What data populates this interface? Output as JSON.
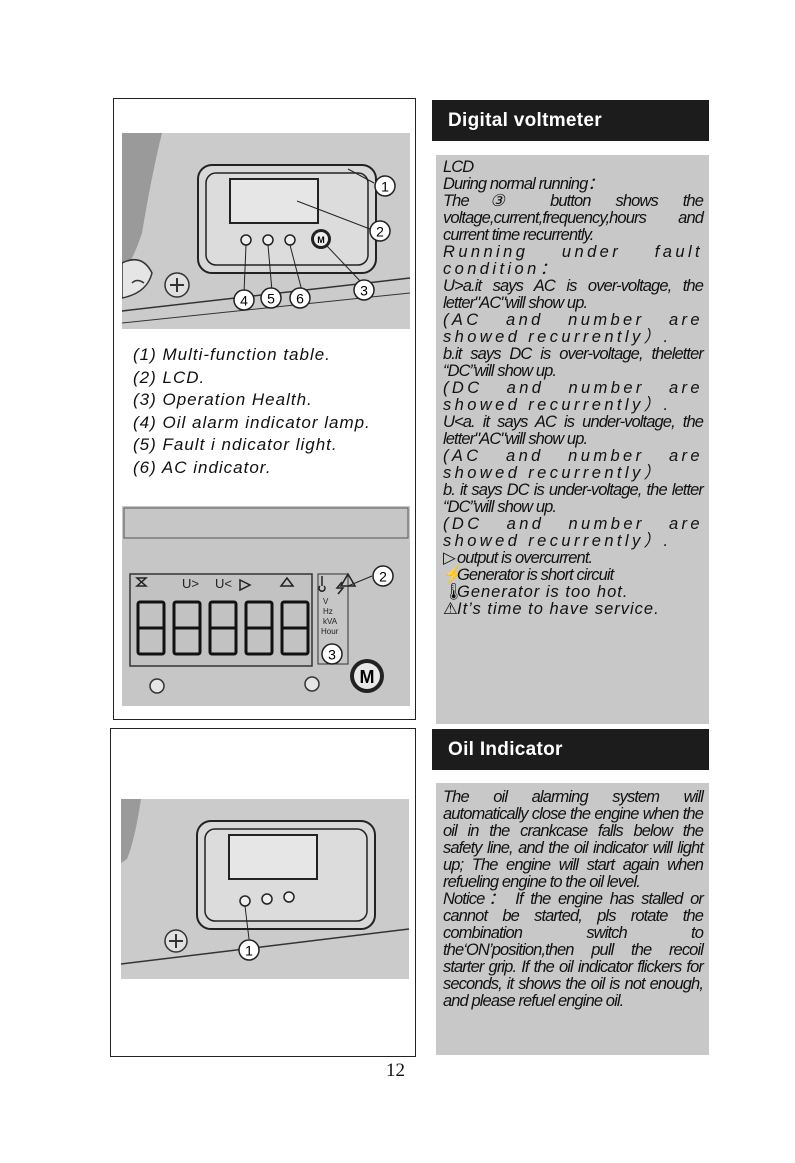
{
  "page_number": "12",
  "legend": {
    "items": [
      "(1) Multi-function table.",
      "(2) LCD.",
      "(3) Operation Health.",
      "(4) Oil alarm indicator lamp.",
      "(5) Fault i ndicator light.",
      "(6) AC indicator."
    ]
  },
  "figure1": {
    "callouts": [
      "1",
      "2",
      "3",
      "4",
      "5",
      "6"
    ],
    "button_label": "M"
  },
  "figure2": {
    "indicators": [
      "U>",
      "U<"
    ],
    "units": [
      "V",
      "Hz",
      "kVA",
      "Hour"
    ],
    "callouts": [
      "2",
      "3"
    ],
    "button_label": "M"
  },
  "figure3": {
    "callouts": [
      "1"
    ]
  },
  "voltmeter": {
    "title": "Digital voltmeter",
    "lines": [
      "LCD",
      "During normal running：",
      "The③ button shows the voltage,current,frequency,hours and current time recurrently.",
      "Running under fault condition：",
      "U>a.it says AC is over-voltage, the letter\"AC\"will show up.",
      "(AC and number are showed recurrently）.",
      "b.it says DC is over-voltage, theletter “DC”will show up.",
      "(DC and number are showed recurrently）.",
      "U<a. it says AC is under-voltage, the letter\"AC\"will show up.",
      "(AC and number are showed recurrently）",
      "b. it says DC is under-voltage, the letter “DC”will show up.",
      "(DC and number are showed recurrently）.",
      "output is overcurrent.",
      "Generator is short circuit",
      "Generator is too hot.",
      "It’s time to have service."
    ]
  },
  "oil": {
    "title": "Oil Indicator",
    "paragraph1": "The oil alarming system will automatically close the engine when the oil in the crankcase falls below the safety line, and the oil indicator will light up; The engine will start again when refueling engine to the oil level.",
    "paragraph2": "Notice： If the engine has stalled or cannot be started, pls rotate the combination switch to the‘ON’position,then pull the recoil starter grip. If the oil indicator flickers for seconds, it shows the oil is not enough, and please refuel engine oil."
  },
  "colors": {
    "header_bg": "#1c1c1c",
    "panel_bg": "#c8c8c8",
    "photo_bg": "#c9c9c9"
  }
}
